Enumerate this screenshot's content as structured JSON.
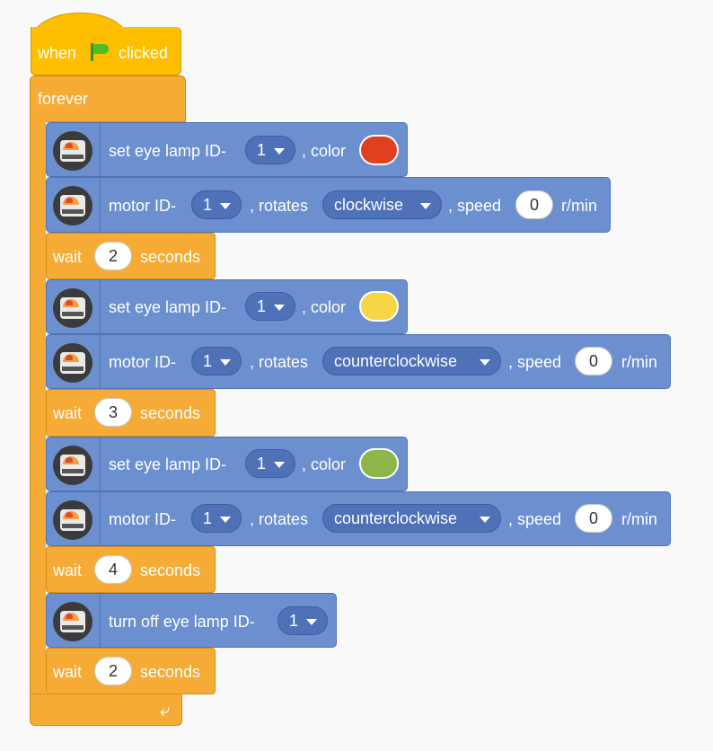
{
  "hat": {
    "when": "when",
    "clicked": "clicked"
  },
  "forever": {
    "label": "forever",
    "loop_icon": "loop-arrow-icon"
  },
  "lamp1": {
    "label": "set eye lamp ID-",
    "id": "1",
    "color_label": ", color",
    "color": "#e0401f"
  },
  "motor1": {
    "label": "motor ID-",
    "id": "1",
    "rotates": ", rotates",
    "direction": "clockwise",
    "speed_label": ", speed",
    "speed": "0",
    "unit": "r/min"
  },
  "wait1": {
    "label": "wait",
    "value": "2",
    "unit": "seconds"
  },
  "lamp2": {
    "label": "set eye lamp ID-",
    "id": "1",
    "color_label": ", color",
    "color": "#f7d646"
  },
  "motor2": {
    "label": "motor ID-",
    "id": "1",
    "rotates": ", rotates",
    "direction": "counterclockwise",
    "speed_label": ", speed",
    "speed": "0",
    "unit": "r/min"
  },
  "wait2": {
    "label": "wait",
    "value": "3",
    "unit": "seconds"
  },
  "lamp3": {
    "label": "set eye lamp ID-",
    "id": "1",
    "color_label": ", color",
    "color": "#8cb54a"
  },
  "motor3": {
    "label": "motor ID-",
    "id": "1",
    "rotates": ", rotates",
    "direction": "counterclockwise",
    "speed_label": ", speed",
    "speed": "0",
    "unit": "r/min"
  },
  "wait3": {
    "label": "wait",
    "value": "4",
    "unit": "seconds"
  },
  "lampoff": {
    "label": "turn off eye lamp ID-",
    "id": "1"
  },
  "wait4": {
    "label": "wait",
    "value": "2",
    "unit": "seconds"
  },
  "colors": {
    "event": "#ffbf00",
    "control": "#f5ab35",
    "extension": "#6b8fcf"
  }
}
